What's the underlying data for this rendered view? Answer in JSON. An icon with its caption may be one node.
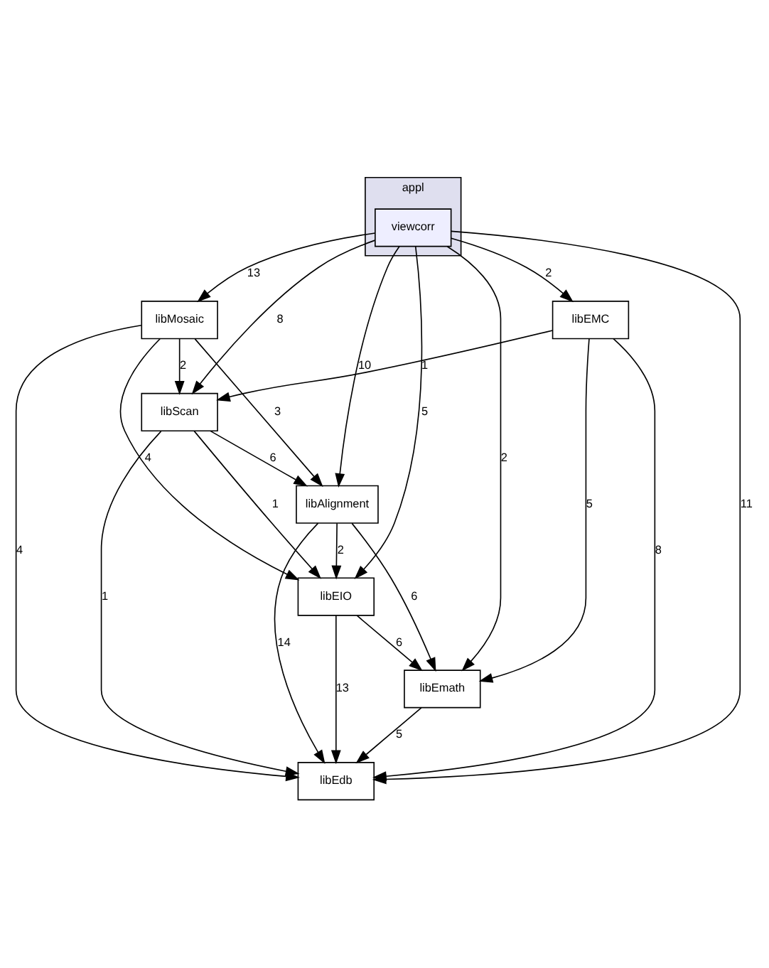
{
  "diagram": {
    "nodes": [
      {
        "text": [
          "appl"
        ]
      },
      {
        "text": [
          "viewcorr"
        ],
        "in": 0
      },
      {
        "text": [
          "libMosaic"
        ]
      },
      {
        "text": [
          "libEMC"
        ]
      },
      {
        "text": [
          "libScan"
        ]
      },
      {
        "text": [
          "libAlignment"
        ]
      },
      {
        "text": [
          "libEIO"
        ]
      },
      {
        "text": [
          "libEmath"
        ]
      },
      {
        "text": [
          "libEdb"
        ]
      }
    ],
    "edges": [
      {
        "from": 1,
        "to": 2,
        "arrow": "to",
        "label": "13"
      },
      {
        "from": 1,
        "to": 3,
        "arrow": "to",
        "label": "2"
      },
      {
        "from": 1,
        "to": 4,
        "arrow": "to",
        "label": "8"
      },
      {
        "from": 1,
        "to": 5,
        "arrow": "to",
        "label": "10"
      },
      {
        "from": 1,
        "to": 6,
        "arrow": "to",
        "label": "5"
      },
      {
        "from": 1,
        "to": 7,
        "arrow": "to",
        "label": "2"
      },
      {
        "from": 1,
        "to": 8,
        "arrow": "to",
        "label": "11"
      },
      {
        "from": 2,
        "to": 4,
        "arrow": "to",
        "label": "2"
      },
      {
        "from": 2,
        "to": 5,
        "arrow": "to",
        "label": "3"
      },
      {
        "from": 2,
        "to": 6,
        "arrow": "to",
        "label": "4"
      },
      {
        "from": 2,
        "to": 8,
        "arrow": "to",
        "label": "4"
      },
      {
        "from": 3,
        "to": 4,
        "arrow": "to",
        "label": "1"
      },
      {
        "from": 3,
        "to": 7,
        "arrow": "to",
        "label": "5"
      },
      {
        "from": 3,
        "to": 8,
        "arrow": "to",
        "label": "8"
      },
      {
        "from": 4,
        "to": 5,
        "arrow": "to",
        "label": "6"
      },
      {
        "from": 4,
        "to": 6,
        "arrow": "to",
        "label": "1"
      },
      {
        "from": 4,
        "to": 8,
        "arrow": "to",
        "label": "1"
      },
      {
        "from": 5,
        "to": 6,
        "arrow": "to",
        "label": "2"
      },
      {
        "from": 5,
        "to": 7,
        "arrow": "to",
        "label": "6"
      },
      {
        "from": 5,
        "to": 8,
        "arrow": "to",
        "label": "14"
      },
      {
        "from": 6,
        "to": 7,
        "arrow": "to",
        "label": "6"
      },
      {
        "from": 6,
        "to": 8,
        "arrow": "to",
        "label": "13"
      },
      {
        "from": 7,
        "to": 8,
        "arrow": "to",
        "label": "5"
      }
    ]
  }
}
